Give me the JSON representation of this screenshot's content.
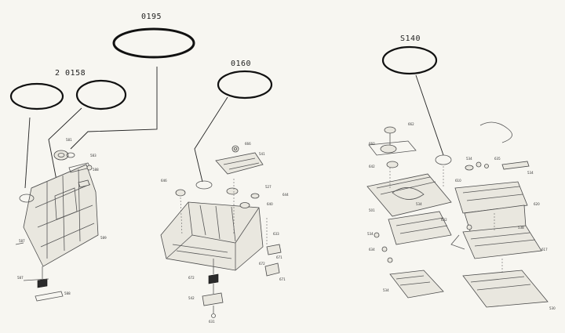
{
  "labels": {
    "belt_0195": "0195",
    "belt_0158": "2 0158",
    "belt_0160": "0160",
    "belt_s140": "S140"
  },
  "icons": {
    "belt": "ring-icon",
    "callout": "callout-bubble-icon"
  },
  "colors": {
    "line": "#222222",
    "paper": "#f7f6f1"
  }
}
